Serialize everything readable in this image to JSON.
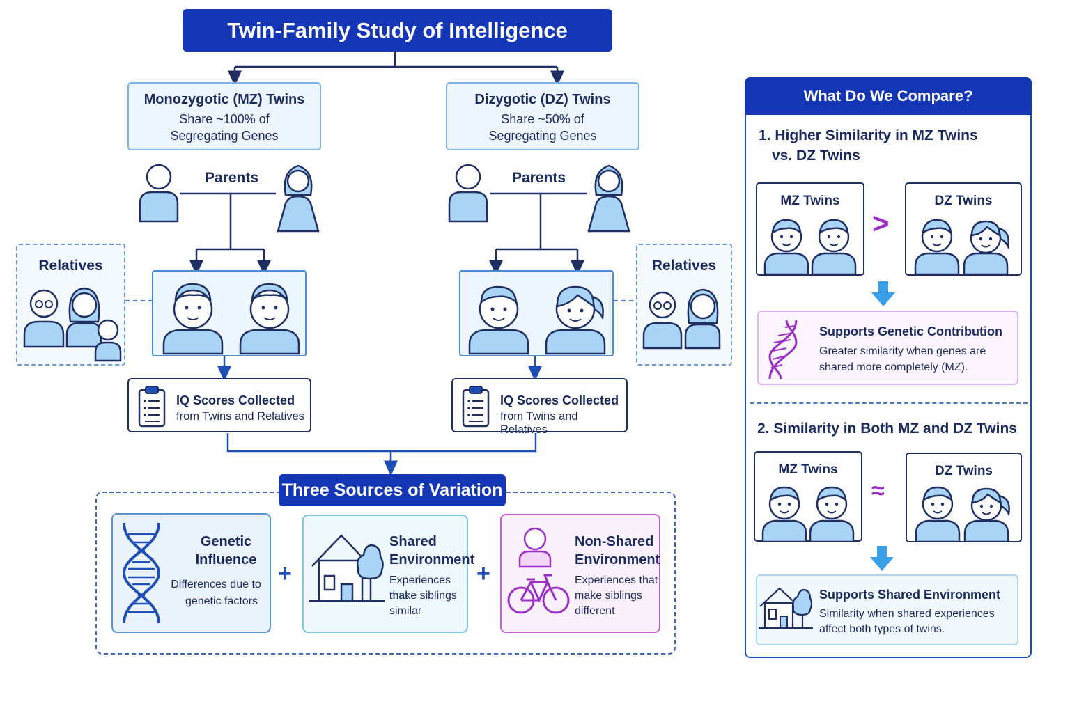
{
  "title": "Twin-Family Study of Intelligence",
  "mz": {
    "heading": "Monozygotic (MZ) Twins",
    "line1": "Share ~100% of",
    "line2": "Segregating Genes"
  },
  "dz": {
    "heading": "Dizygotic (DZ) Twins",
    "line1": "Share ~50% of",
    "line2": "Segregating Genes"
  },
  "parents_label": "Parents",
  "relatives_label": "Relatives",
  "iq": {
    "line1": "IQ Scores Collected",
    "line2": "from Twins and Relatives"
  },
  "sources": {
    "title": "Three Sources of Variation",
    "genetic": {
      "head1": "Genetic",
      "head2": "Influence",
      "desc1": "Differences due to",
      "desc2": "genetic factors"
    },
    "shared": {
      "head1": "Shared",
      "head2": "Environment",
      "desc1": "Experiences that",
      "desc2": "make siblings",
      "desc3": "similar"
    },
    "nonshared": {
      "head1": "Non-Shared",
      "head2": "Environment",
      "desc1": "Experiences that",
      "desc2": "make siblings",
      "desc3": "different"
    },
    "plus": "+"
  },
  "compare": {
    "title": "What Do We Compare?",
    "q1_line1": "1. Higher Similarity in MZ Twins",
    "q1_line2": "vs. DZ Twins",
    "q2": "2. Similarity in Both MZ and DZ Twins",
    "mz_label": "MZ Twins",
    "dz_label": "DZ Twins",
    "greater_symbol": ">",
    "approx_symbol": "≈",
    "genetic_support": {
      "head": "Supports Genetic Contribution",
      "desc1": "Greater similarity when genes are",
      "desc2": "shared more completely (MZ)."
    },
    "env_support": {
      "head": "Supports Shared Environment",
      "desc1": "Similarity when shared experiences",
      "desc2": "affect both types of twins."
    }
  },
  "colors": {
    "navy": "#1536b4",
    "person_fill": "#a9d4f5",
    "person_stroke": "#1f2f62",
    "purple": "#9a2fc4",
    "light_blue": "#3aa0ea"
  },
  "icons": {
    "person": "person-icon",
    "dna": "dna-icon",
    "house": "house-icon",
    "bicycle": "bicycle-icon",
    "clipboard": "clipboard-icon",
    "arrow": "down-arrow-icon"
  }
}
